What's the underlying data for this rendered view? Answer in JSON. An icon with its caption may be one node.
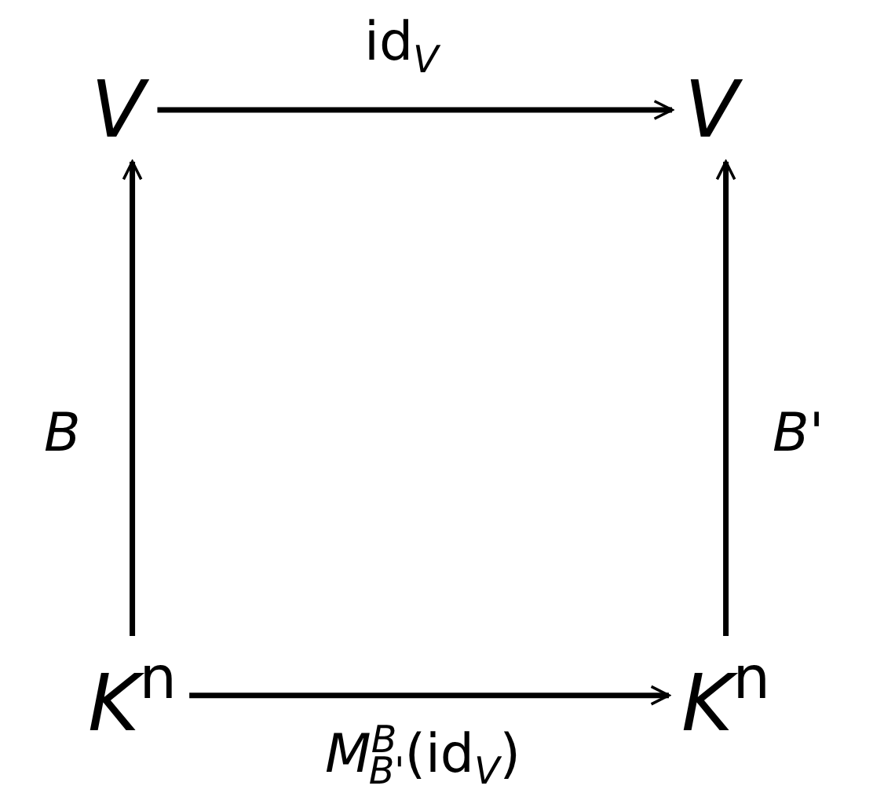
{
  "diagram": {
    "nodes": [
      {
        "text": [
          "V"
        ]
      },
      {
        "text": [
          "V"
        ]
      },
      {
        "text": [
          "K$^{n}$"
        ]
      },
      {
        "text": [
          "K$^{n}$"
        ]
      }
    ],
    "edges": [
      {
        "from": 0,
        "to": 1,
        "arrow": "to",
        "label": "id$_{V}$"
      },
      {
        "from": 2,
        "to": 0,
        "arrow": "to",
        "label": "B"
      },
      {
        "from": 3,
        "to": 1,
        "arrow": "to",
        "label": "B'"
      },
      {
        "from": 2,
        "to": 3,
        "arrow": "to",
        "label": "*M*$^{B}$$_{B'}$(id$_{V}$)"
      }
    ]
  }
}
